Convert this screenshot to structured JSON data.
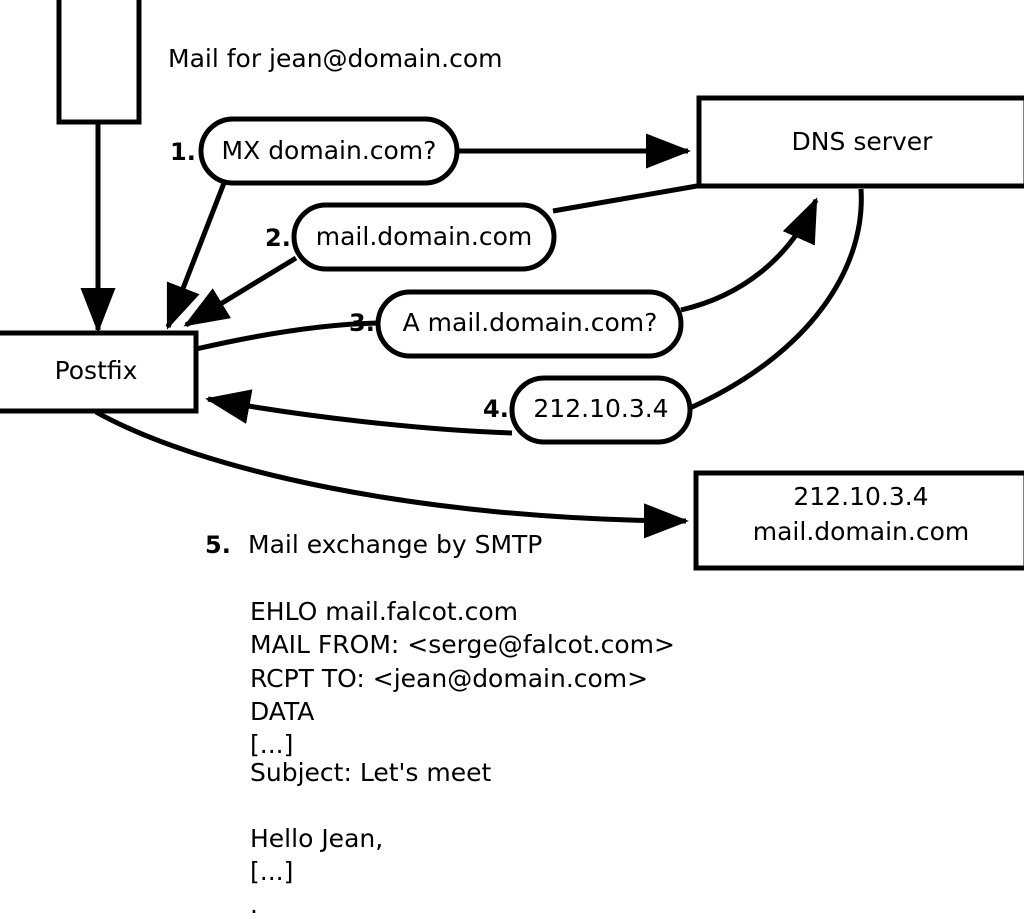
{
  "diagram": {
    "title_note": "Mail for jean@domain.com",
    "nodes": {
      "mail_client": {
        "label": ""
      },
      "postfix": {
        "label": "Postfix"
      },
      "dns_server": {
        "label": "DNS server"
      },
      "mail_server": {
        "line1": "212.10.3.4",
        "line2": "mail.domain.com"
      }
    },
    "steps": [
      {
        "number": "1.",
        "label": "MX domain.com?"
      },
      {
        "number": "2.",
        "label": "mail.domain.com"
      },
      {
        "number": "3.",
        "label": "A mail.domain.com?"
      },
      {
        "number": "4.",
        "label": "212.10.3.4"
      }
    ],
    "step5": {
      "number": "5.",
      "label": "Mail exchange by SMTP"
    },
    "smtp_transcript": [
      "EHLO mail.falcot.com",
      "MAIL FROM: <serge@falcot.com>",
      "RCPT TO: <jean@domain.com>",
      "DATA",
      "[...]",
      "Subject: Let's meet",
      "",
      "Hello Jean,",
      "[...]",
      "."
    ],
    "colors": {
      "stroke": "#000000",
      "fill": "#ffffff",
      "text": "#000000"
    }
  }
}
